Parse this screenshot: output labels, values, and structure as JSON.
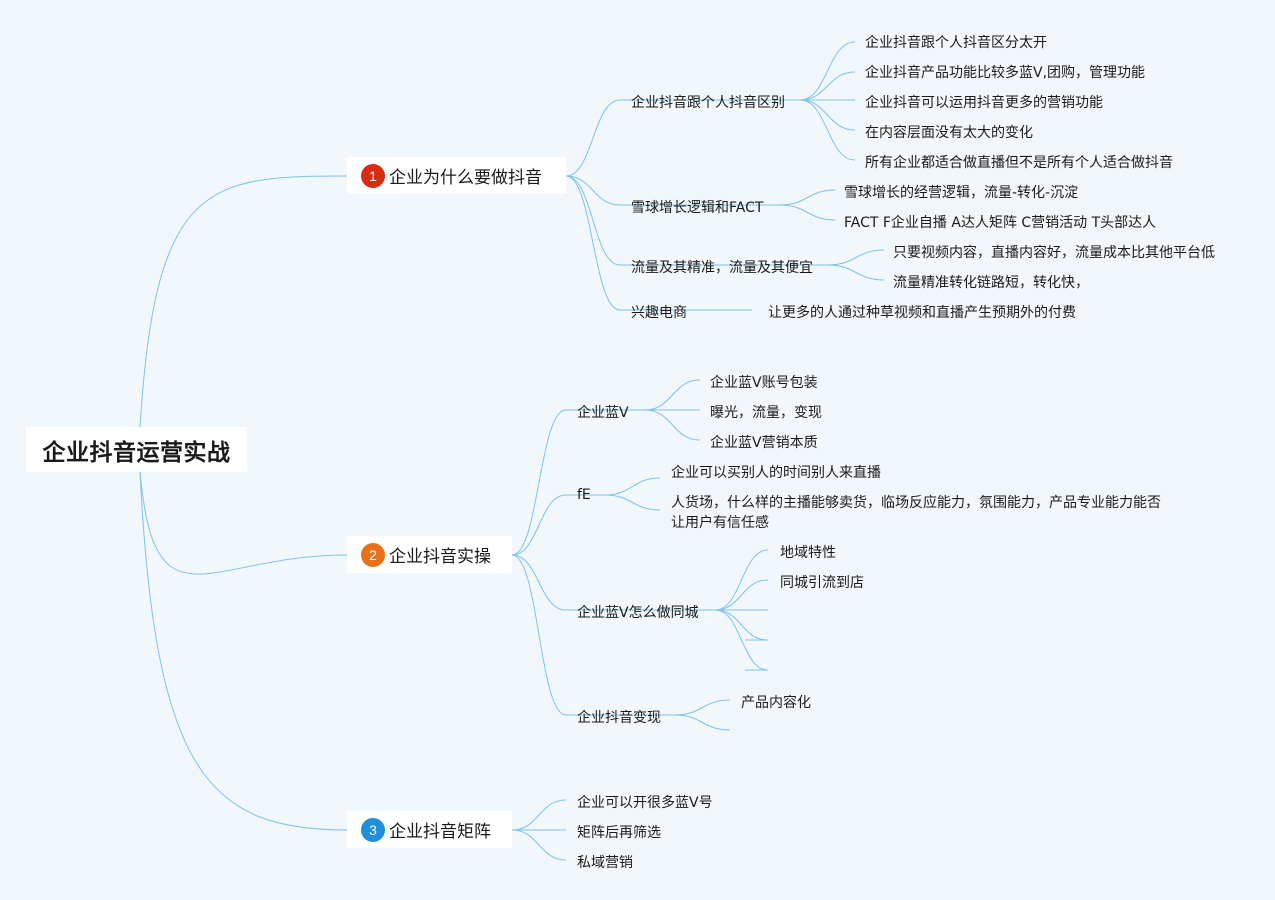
{
  "root": {
    "label": "企业抖音运营实战"
  },
  "branches": [
    {
      "number": "1",
      "label": "企业为什么要做抖音",
      "badge_color": "#d92b14",
      "children": [
        {
          "label": "企业抖音跟个人抖音区别",
          "children": [
            "企业抖音跟个人抖音区分太开",
            "企业抖音产品功能比较多蓝V,团购，管理功能",
            "企业抖音可以运用抖音更多的营销功能",
            "在内容层面没有太大的变化",
            "所有企业都适合做直播但不是所有个人适合做抖音"
          ]
        },
        {
          "label": "雪球增长逻辑和FACT",
          "children": [
            "雪球增长的经营逻辑，流量-转化-沉淀",
            "FACT F企业自播 A达人矩阵 C营销活动 T头部达人"
          ]
        },
        {
          "label": "流量及其精准，流量及其便宜",
          "children": [
            "只要视频内容，直播内容好，流量成本比其他平台低",
            "流量精准转化链路短，转化快，"
          ]
        },
        {
          "label": "兴趣电商",
          "children": [
            "让更多的人通过种草视频和直播产生预期外的付费"
          ]
        }
      ]
    },
    {
      "number": "2",
      "label": "企业抖音实操",
      "badge_color": "#e8711c",
      "children": [
        {
          "label": "企业蓝V",
          "children": [
            "企业蓝V账号包装",
            "曝光，流量，变现",
            "企业蓝V营销本质"
          ]
        },
        {
          "label": "fE",
          "children": [
            "企业可以买别人的时间别人来直播",
            "人货场，什么样的主播能够卖货，临场反应能力，氛围能力，产品专业能力能否",
            "让用户有信任感"
          ]
        },
        {
          "label": "企业蓝V怎么做同城",
          "children": [
            "地域特性",
            "同城引流到店",
            "",
            "",
            ""
          ]
        },
        {
          "label": "企业抖音变现",
          "children": [
            "产品内容化",
            ""
          ]
        }
      ]
    },
    {
      "number": "3",
      "label": "企业抖音矩阵",
      "badge_color": "#1e8fd8",
      "children": [
        {
          "label": "企业可以开很多蓝V号"
        },
        {
          "label": "矩阵后再筛选"
        },
        {
          "label": "私域营销"
        }
      ]
    }
  ],
  "colors": {
    "connector": "#7cc3ea",
    "background": "#f2f7fb",
    "node_background": "#ffffff"
  }
}
